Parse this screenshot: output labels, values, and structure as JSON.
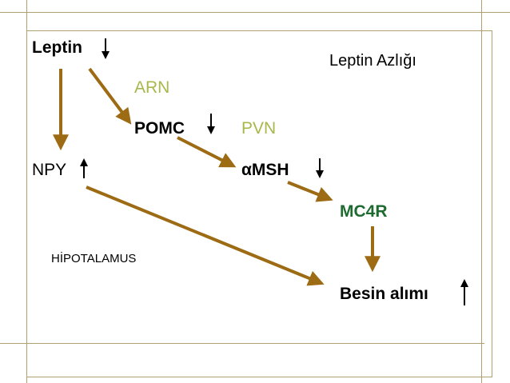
{
  "labels": {
    "leptin": "Leptin",
    "title": "Leptin Azlığı",
    "arn": "ARN",
    "pomc": "POMC",
    "pvn": "PVN",
    "npy": "NPY",
    "amsh": "αMSH",
    "mc4r": "MC4R",
    "hipotalamus": "HİPOTALAMUS",
    "besin": "Besin alımı"
  },
  "indicators": {
    "leptin": "down",
    "pomc": "down",
    "amsh": "down",
    "npy": "up",
    "besin": "up"
  },
  "colors": {
    "arrow": "#9c6b14",
    "region_label": "#a8b84a",
    "mc4r": "#1e6b30",
    "text": "#000000",
    "frame": "#b0a070"
  }
}
